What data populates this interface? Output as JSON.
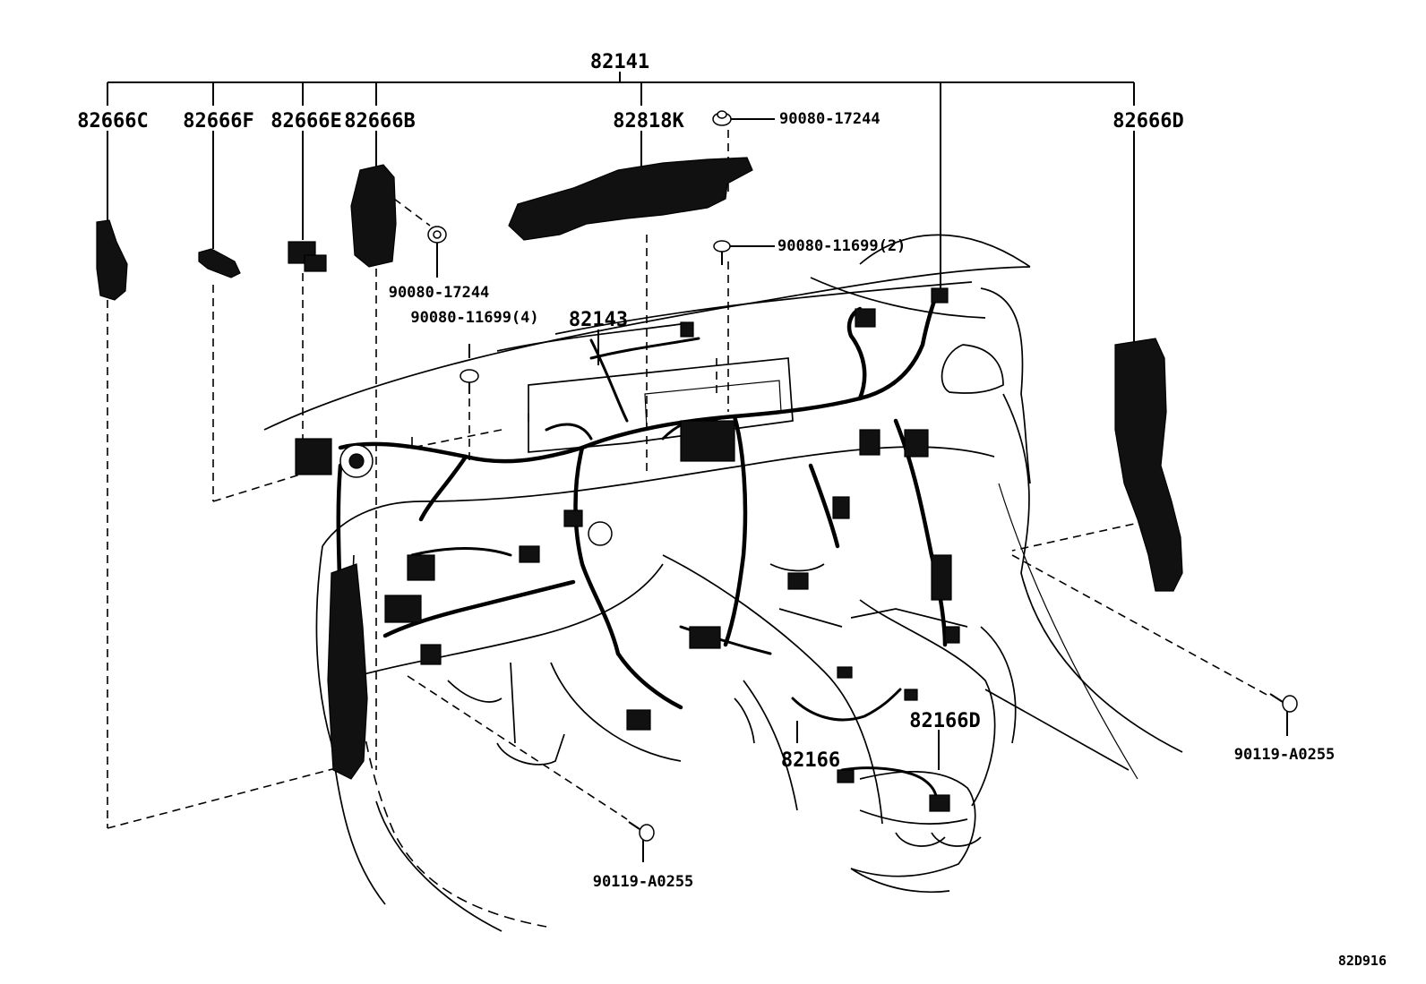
{
  "diagram": {
    "figure_code": "82D916",
    "labels": {
      "main_assembly": "82141",
      "p82666C": "82666C",
      "p82666F": "82666F",
      "p82666E": "82666E",
      "p82666B": "82666B",
      "p82818K": "82818K",
      "p82666D": "82666D",
      "p82143": "82143",
      "p82166": "82166",
      "p82166D": "82166D",
      "nut_top": "90080-17244",
      "nut_left": "90080-17244",
      "screw_2": "90080-11699(2)",
      "screw_4": "90080-11699(4)",
      "bolt_right": "90119-A0255",
      "bolt_bottom": "90119-A0255"
    }
  }
}
